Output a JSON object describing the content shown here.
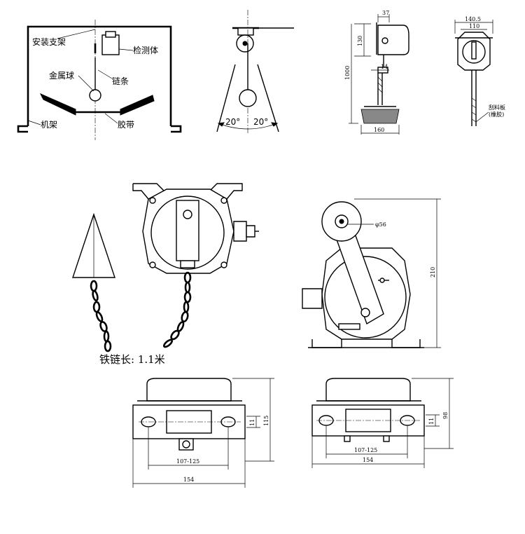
{
  "labels": {
    "mount_bracket": "安装支架",
    "detector": "检测体",
    "metal_ball": "金属球",
    "chain": "链条",
    "frame": "机架",
    "belt": "胶带",
    "scraper": "刮料板",
    "scraper_note": "(橡胶)",
    "chain_length": "铁链长: 1.1米"
  },
  "angles": {
    "left": "20°",
    "right": "20°"
  },
  "dims_side": {
    "d37": "37",
    "d130": "130",
    "d1000": "1000",
    "d14": "14",
    "d160": "160"
  },
  "dims_front_top": {
    "d140_5": "140.5",
    "d110": "110"
  },
  "dims_wheel": {
    "d56": "φ56",
    "d210": "210"
  },
  "dims_bottom_left": {
    "d11": "11",
    "d115": "115",
    "d107_125": "107-125",
    "d154": "154"
  },
  "dims_bottom_right": {
    "d11": "11",
    "d98": "98",
    "d107_125": "107-125",
    "d154": "154"
  }
}
